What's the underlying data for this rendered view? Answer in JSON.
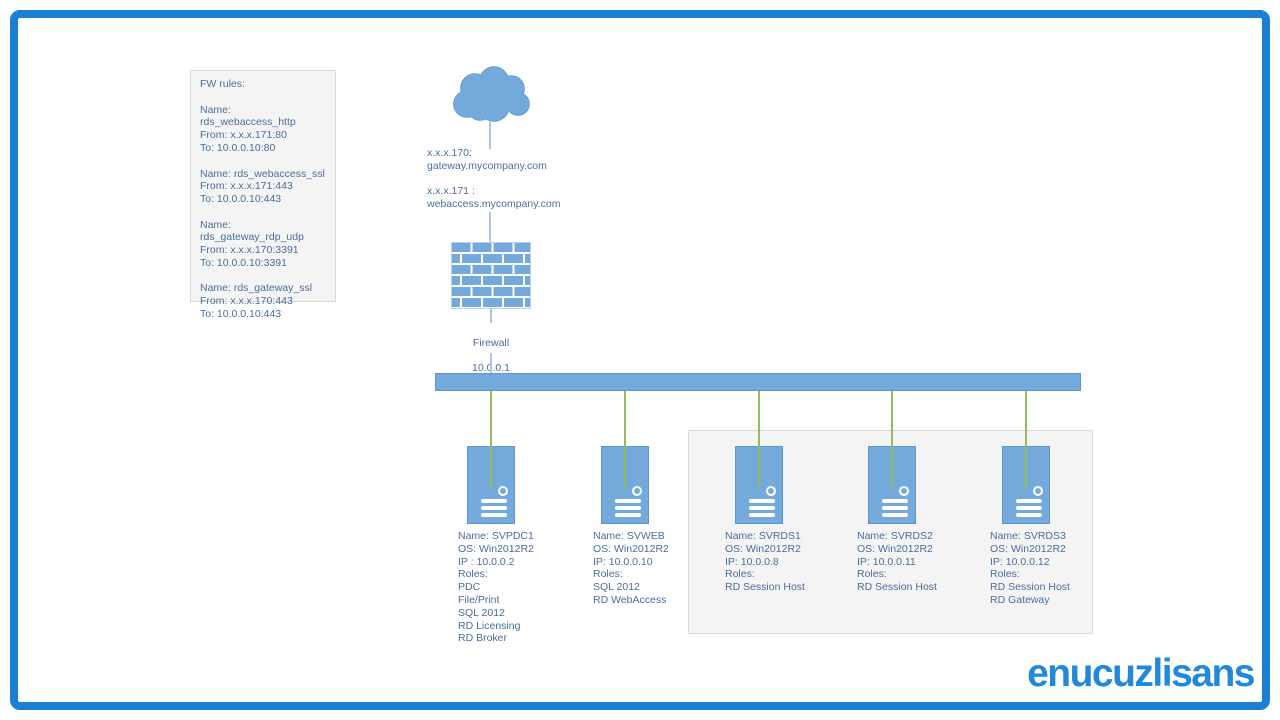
{
  "colors": {
    "frame_blue": "#1b7fd4",
    "shape_blue": "#74a9dc",
    "shape_border": "#5d96cc",
    "text_blue": "#4a6d9e",
    "line_green": "#96ba5e",
    "line_blue": "#a9c7e6",
    "logo_blue": "#2289d9",
    "panel_bg": "#f4f4f4",
    "panel_border": "#d9d9d9"
  },
  "fw_rules": {
    "title": "FW rules:",
    "rules": [
      {
        "name": "Name: rds_webaccess_http",
        "from": "From: x.x.x.171:80",
        "to": "To: 10.0.0.10:80"
      },
      {
        "name": "Name: rds_webaccess_ssl",
        "from": "From: x.x.x.171:443",
        "to": "To: 10.0.0.10:443"
      },
      {
        "name": "Name: rds_gateway_rdp_udp",
        "from": "From: x.x.x.170:3391",
        "to": "To: 10.0.0.10:3391"
      },
      {
        "name": "Name: rds_gateway_ssl",
        "from": "From: x.x.x.170:443",
        "to": "To: 10.0.0.10:443"
      }
    ]
  },
  "cloud": {
    "label_gateway": [
      "x.x.x.170:",
      "gateway.mycompany.com"
    ],
    "label_webaccess": [
      "x.x.x.171 :",
      "webaccess.mycompany.com"
    ]
  },
  "firewall": {
    "name": "Firewall",
    "ip": "10.0.0.1"
  },
  "servers": [
    {
      "lines": [
        "Name: SVPDC1",
        "OS: Win2012R2",
        "IP : 10.0.0.2",
        "Roles:",
        "PDC",
        "File/Print",
        "SQL 2012",
        "RD Licensing",
        "RD Broker"
      ]
    },
    {
      "lines": [
        "Name: SVWEB",
        "OS: Win2012R2",
        "IP: 10.0.0.10",
        "Roles:",
        "SQL 2012",
        "RD WebAccess"
      ]
    },
    {
      "lines": [
        "Name: SVRDS1",
        "OS: Win2012R2",
        "IP: 10.0.0.8",
        "Roles:",
        "RD Session Host"
      ]
    },
    {
      "lines": [
        "Name: SVRDS2",
        "OS: Win2012R2",
        "IP: 10.0.0.11",
        "Roles:",
        "RD Session Host"
      ]
    },
    {
      "lines": [
        "Name: SVRDS3",
        "OS: Win2012R2",
        "IP: 10.0.0.12",
        "Roles:",
        "RD Session Host",
        "RD Gateway"
      ]
    }
  ],
  "logo": {
    "text": "enucuzlisans"
  }
}
